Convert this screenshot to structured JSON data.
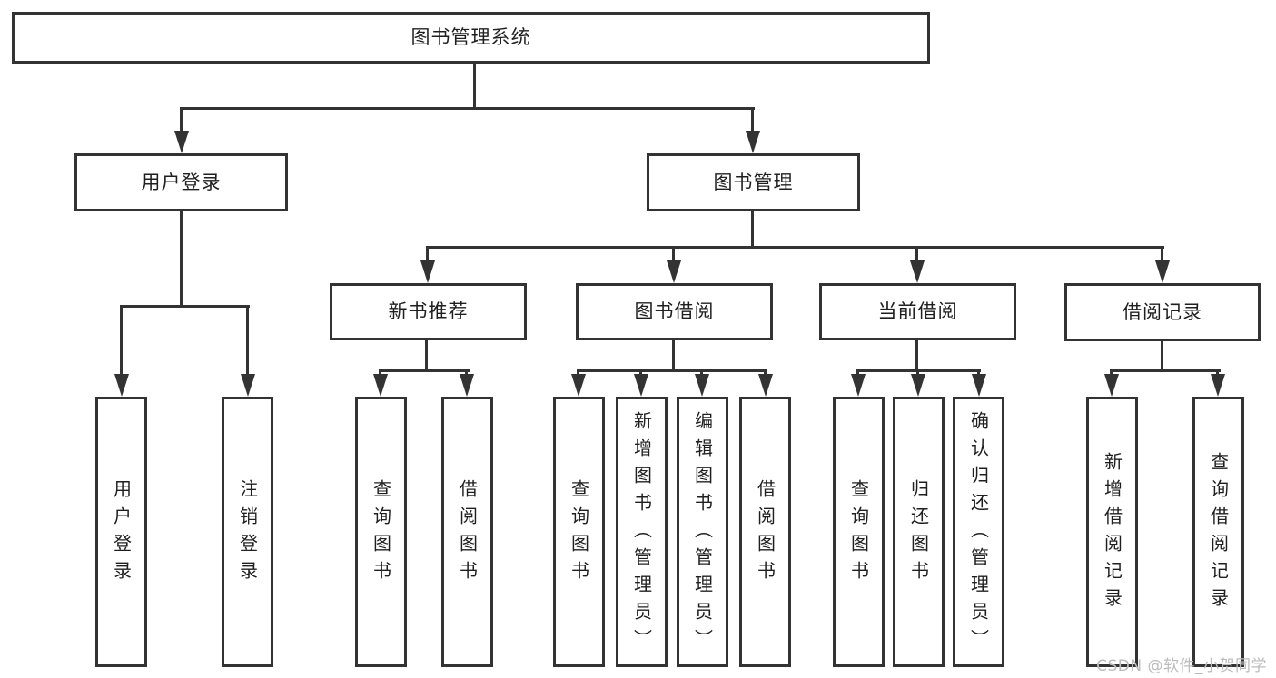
{
  "tree": {
    "root": "图书管理系统",
    "branches": [
      {
        "label": "用户登录",
        "leaves": [
          "用户登录",
          "注销登录"
        ]
      },
      {
        "label": "图书管理",
        "groups": [
          {
            "label": "新书推荐",
            "leaves": [
              "查询图书",
              "借阅图书"
            ]
          },
          {
            "label": "图书借阅",
            "leaves": [
              "查询图书",
              "新增图书（管理员）",
              "编辑图书（管理员）",
              "借阅图书"
            ]
          },
          {
            "label": "当前借阅",
            "leaves": [
              "查询图书",
              "归还图书",
              "确认归还（管理员）"
            ]
          },
          {
            "label": "借阅记录",
            "leaves": [
              "新增借阅记录",
              "查询借阅记录"
            ]
          }
        ]
      }
    ]
  },
  "watermark": "CSDN @软件_小贺同学",
  "colors": {
    "line": "#333333",
    "text": "#1f1f1f",
    "watermark": "#bcbcbc",
    "background": "#ffffff"
  }
}
